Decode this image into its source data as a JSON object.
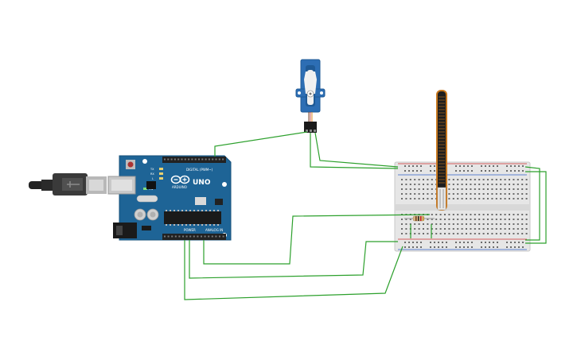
{
  "arduino": {
    "board_label": "UNO",
    "brand_label": "ARDUINO",
    "digital_header_label": "DIGITAL (PWM~)",
    "power_label": "POWER",
    "analog_label": "ANALOG IN",
    "tx_label": "TX",
    "rx_label": "RX",
    "l_label": "L",
    "on_label": "ON"
  },
  "colors": {
    "board_blue": "#1e6496",
    "board_dark": "#15507a",
    "wire_green": "#2ca02c",
    "breadboard_body": "#e6e6e6",
    "rail_red": "#d23232",
    "rail_blue": "#3260c8",
    "servo_blue": "#2d6eb4",
    "flex_body": "#1e1e1e",
    "flex_border": "#c8781e"
  },
  "components": [
    {
      "name": "usb-cable",
      "icon": "usb-plug-icon"
    },
    {
      "name": "arduino-uno",
      "icon": "microcontroller-icon"
    },
    {
      "name": "servo-motor",
      "icon": "servo-icon"
    },
    {
      "name": "flex-sensor",
      "icon": "flex-sensor-icon"
    },
    {
      "name": "resistor",
      "icon": "resistor-icon"
    },
    {
      "name": "breadboard",
      "icon": "breadboard-icon"
    }
  ]
}
